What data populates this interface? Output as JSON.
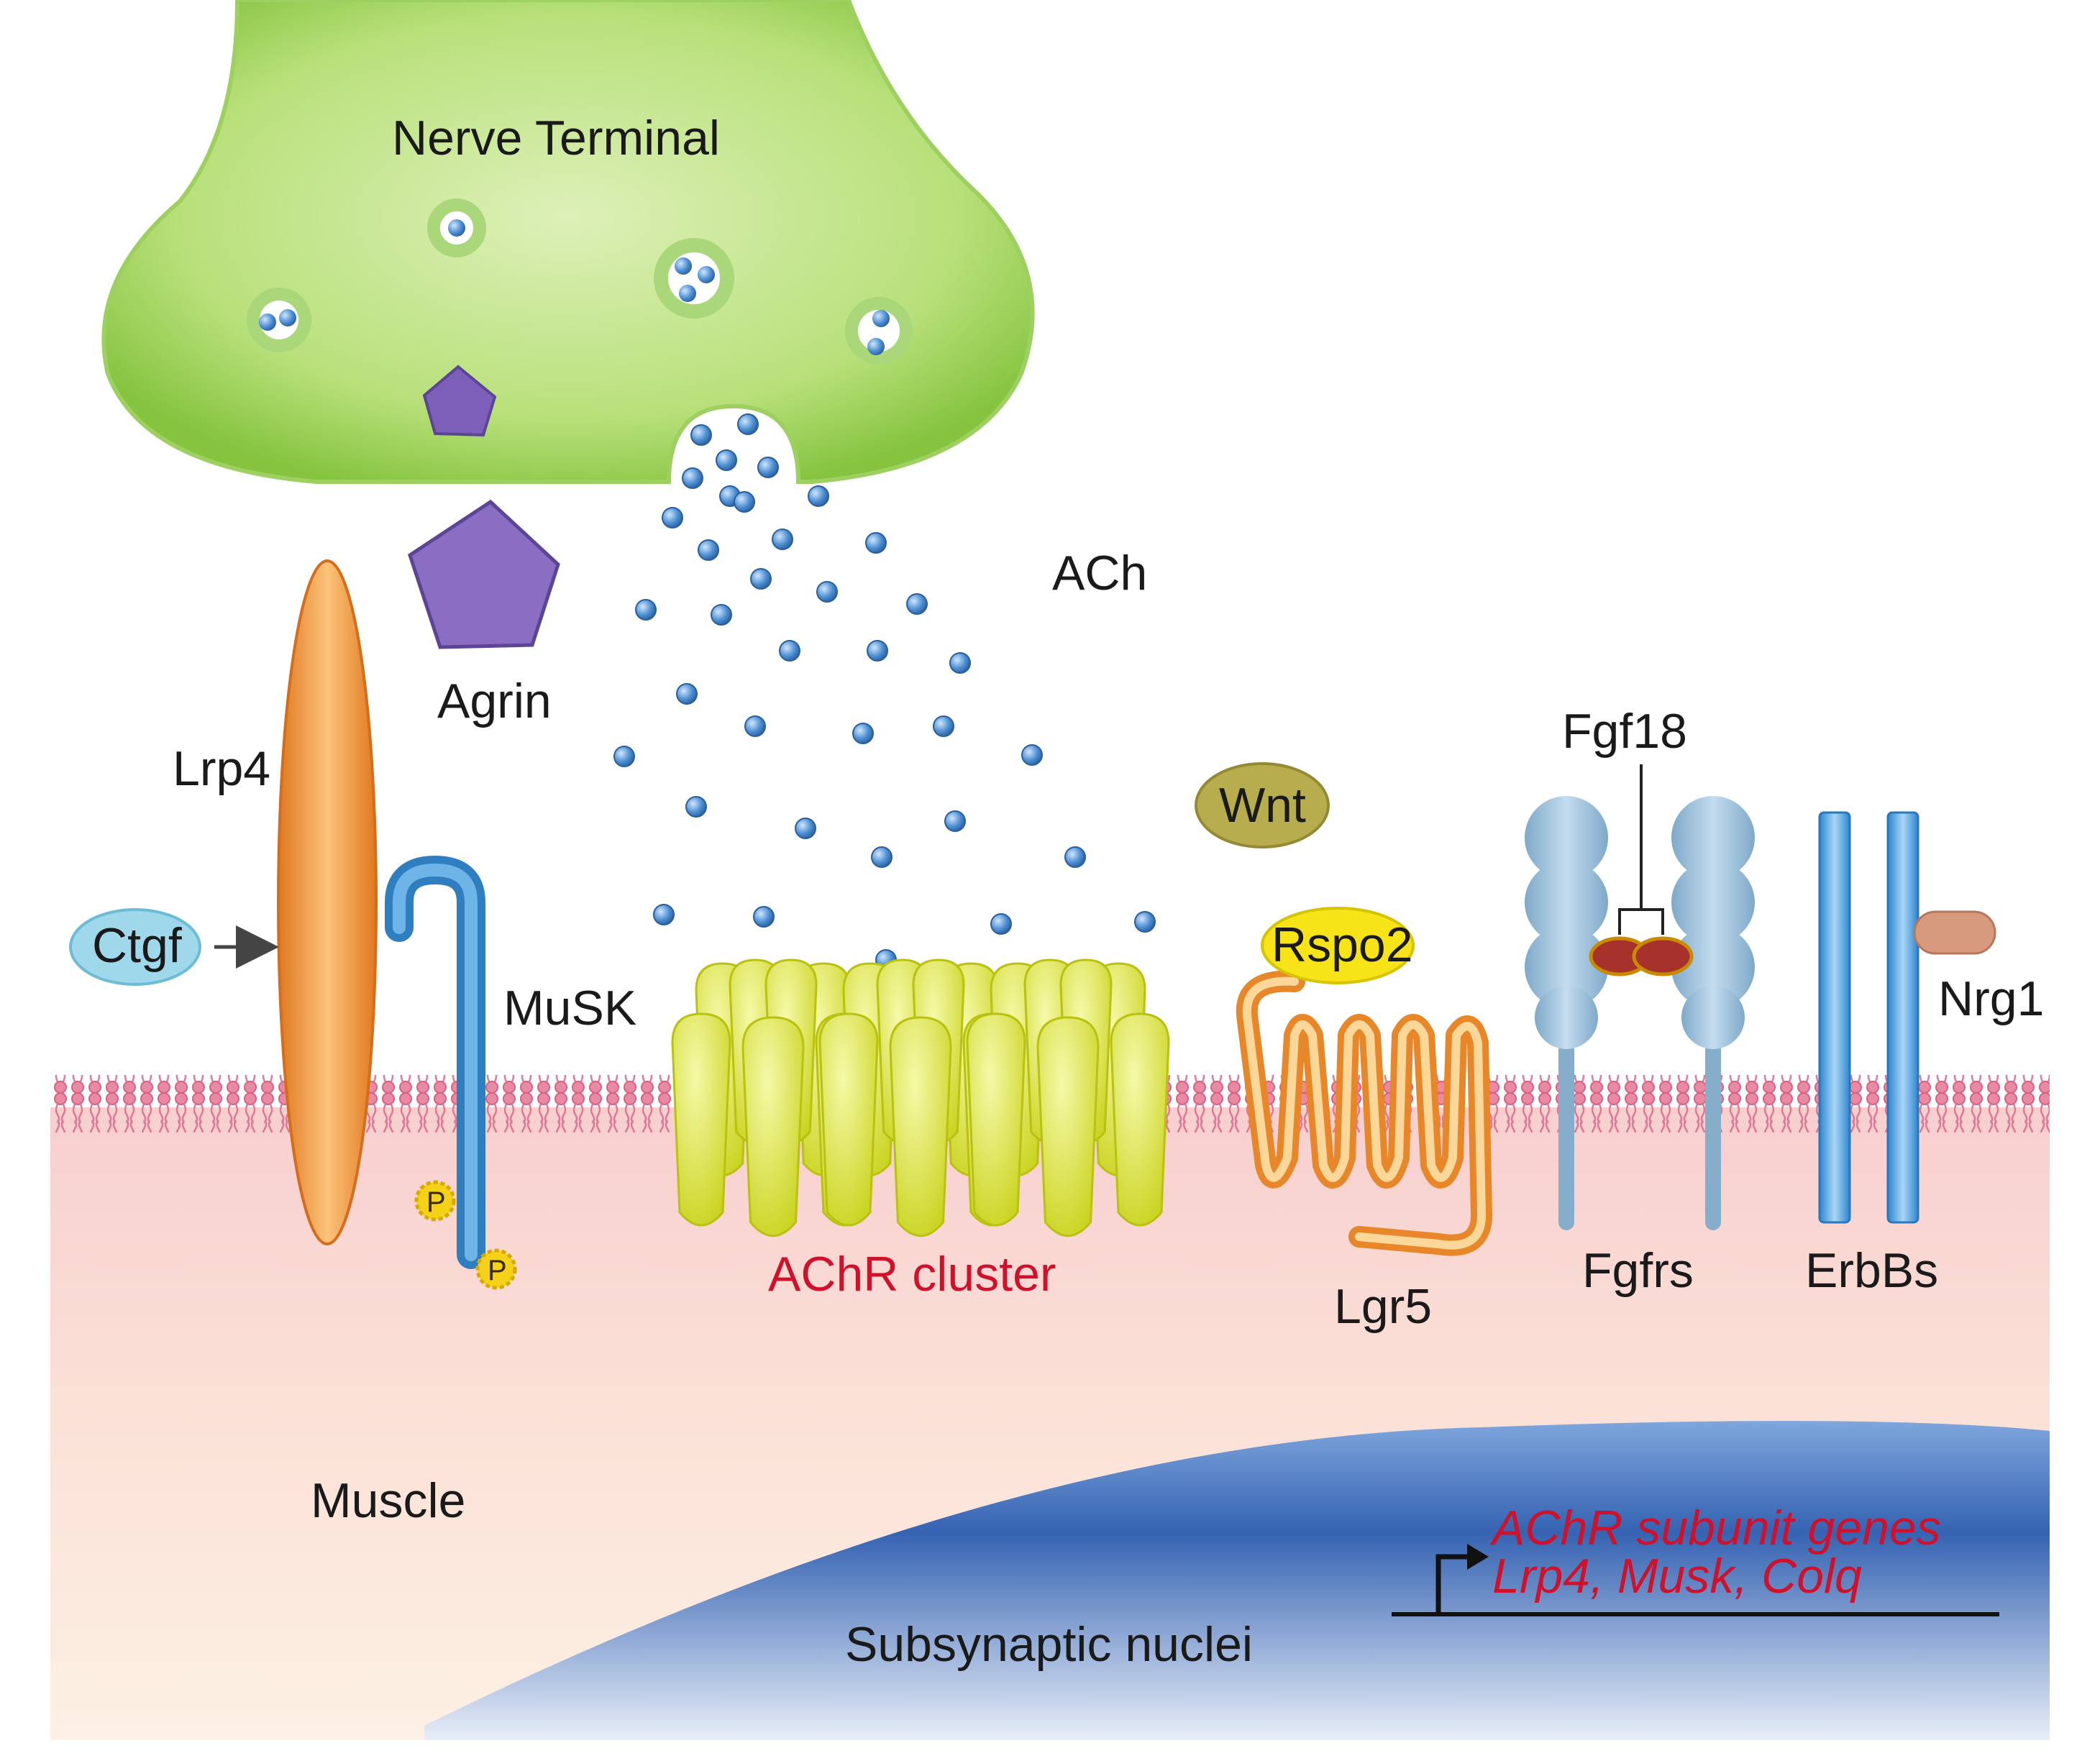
{
  "labels": {
    "nerve_terminal": "Nerve Terminal",
    "ach": "ACh",
    "agrin": "Agrin",
    "lrp4": "Lrp4",
    "ctgf": "Ctgf",
    "musk": "MuSK",
    "phospho": "P",
    "wnt": "Wnt",
    "fgf18": "Fgf18",
    "rspo2": "Rspo2",
    "nrg1": "Nrg1",
    "achr_cluster": "AChR cluster",
    "lgr5": "Lgr5",
    "fgfrs": "Fgfrs",
    "erbbs": "ErbBs",
    "muscle": "Muscle",
    "subsynaptic_nuclei": "Subsynaptic nuclei",
    "gene_line_1": "AChR subunit genes",
    "gene_line_2": "Lrp4, Musk, Colq"
  },
  "colors": {
    "nerve_green": "#8cc63f",
    "ach_blue": "#3b7fc4",
    "agrin_purple": "#7b5fb8",
    "lrp4_orange": "#e8862a",
    "musk_blue": "#4a9ad6",
    "achr_yellow": "#d9e021",
    "membrane_pink": "#e36b86",
    "label_red": "#d0112b",
    "nucleus_blue": "#2f5fa8"
  }
}
